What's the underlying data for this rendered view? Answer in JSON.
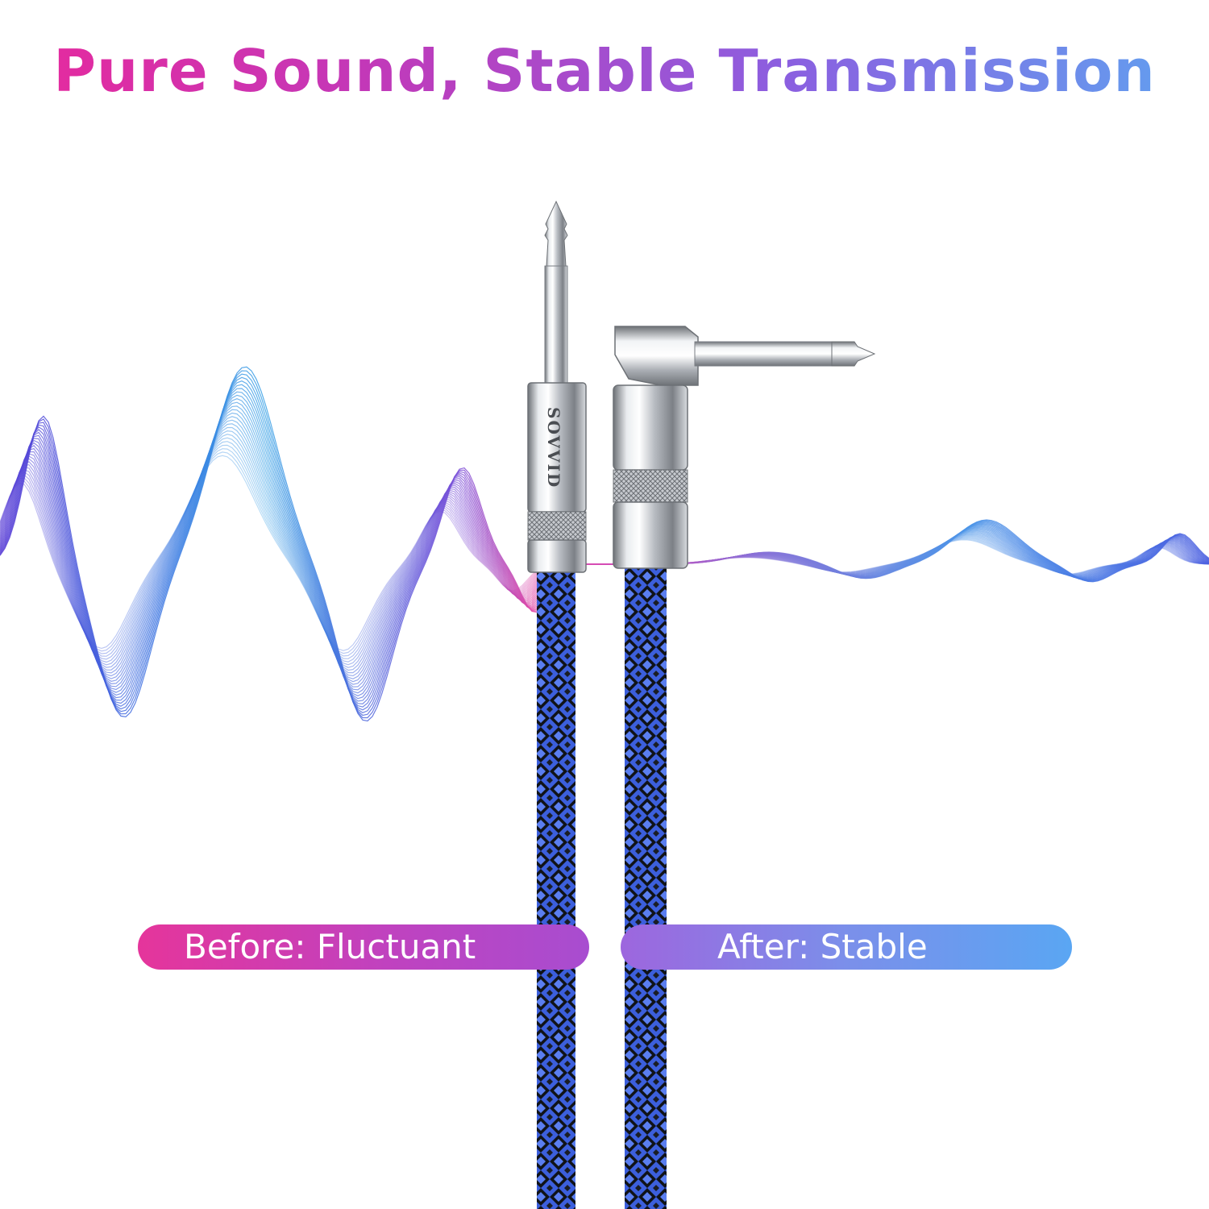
{
  "headline": "Pure Sound, Stable Transmission",
  "brand_mark": "SOVVID",
  "labels": {
    "before": "Before: Fluctuant",
    "after": "After: Stable"
  },
  "colors": {
    "pink": "#e8299c",
    "purple": "#8b5fe0",
    "blue": "#5fa3f0",
    "cable_blue": "#3a5ad8",
    "cable_black": "#111111",
    "chrome": "#c9ccd1"
  }
}
